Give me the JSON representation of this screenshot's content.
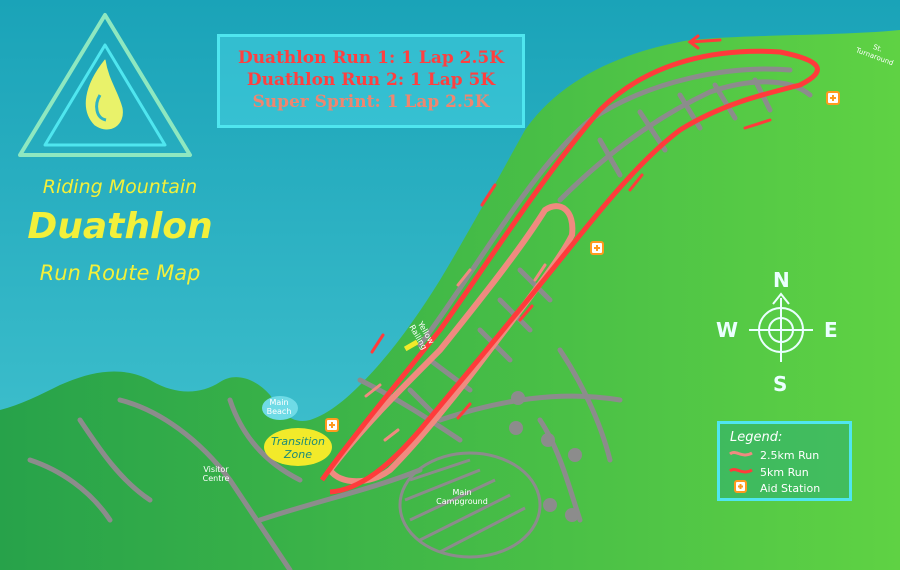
{
  "title": {
    "line1": "Riding Mountain",
    "line2": "Duathlon",
    "line3": "Run Route Map"
  },
  "info_box": {
    "line1": "Duathlon Run 1: 1 Lap 2.5K",
    "line2": "Duathlon Run 2: 1 Lap 5K",
    "line3": "Super Sprint: 1 Lap 2.5K"
  },
  "legend": {
    "title": "Legend:",
    "items": [
      {
        "label": "2.5km Run",
        "color": "#f08a80"
      },
      {
        "label": "5km Run",
        "color": "#ff3b3b"
      },
      {
        "label": "Aid Station",
        "color": "#ff9a1e"
      }
    ]
  },
  "compass": {
    "n": "N",
    "s": "S",
    "e": "E",
    "w": "W"
  },
  "labels": {
    "transition_zone": "Transition Zone",
    "main_beach": "Main Beach",
    "visitor_centre": "Visitor Centre",
    "main_campground": "Main Campground",
    "yellow_railing": "Yellow Railing",
    "street": "St. Turnaround"
  },
  "colors": {
    "water": "#2fb3c4",
    "land": "#2ea84a",
    "run_5k": "#ff3b3b",
    "run_2_5k": "#f08a80",
    "roads": "#8a8a8a",
    "title": "#f3f03a",
    "transition_zone": "#f2ea2a"
  }
}
